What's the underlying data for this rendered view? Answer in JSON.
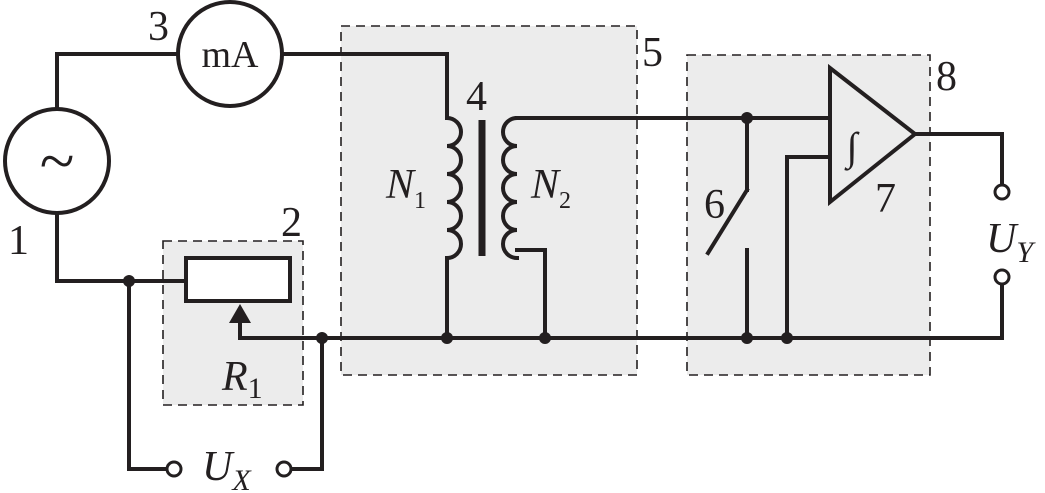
{
  "component_labels": {
    "source": "1",
    "resistor_block": "2",
    "ammeter": "3",
    "transformer": "4",
    "transformer_block": "5",
    "switch": "6",
    "integrator": "7",
    "integrator_block": "8"
  },
  "meter_label": "mA",
  "source_symbol": "~",
  "integral_symbol": "∫",
  "winding_primary": {
    "letter": "N",
    "subscript": "1"
  },
  "winding_secondary": {
    "letter": "N",
    "subscript": "2"
  },
  "resistor": {
    "letter": "R",
    "subscript": "1"
  },
  "output_x": {
    "letter": "U",
    "subscript": "X"
  },
  "output_y": {
    "letter": "U",
    "subscript": "Y"
  },
  "colors": {
    "line": "#231f20",
    "block_fill": "#ececec",
    "background": "#ffffff"
  }
}
